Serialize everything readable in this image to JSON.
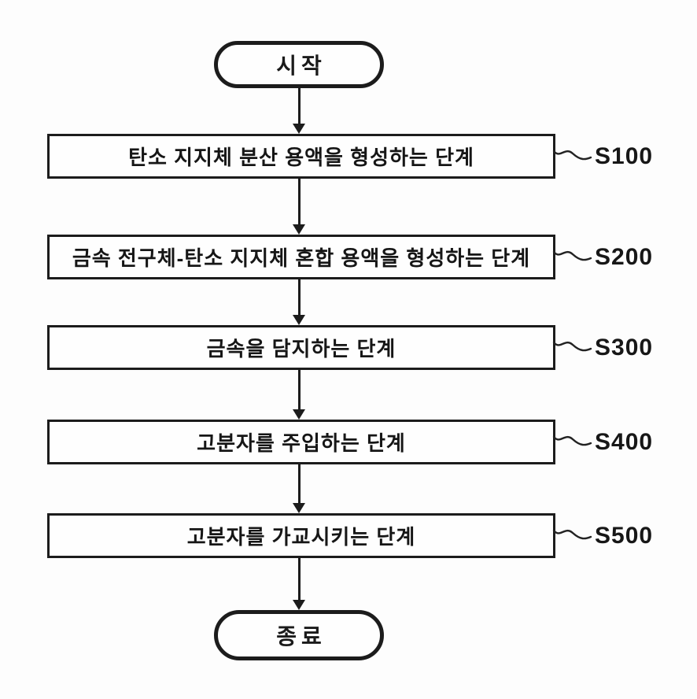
{
  "diagram": {
    "type": "flowchart",
    "start": {
      "label": "시작"
    },
    "steps": [
      {
        "text": "탄소 지지체 분산 용액을 형성하는 단계",
        "id": "S100"
      },
      {
        "text": "금속 전구체-탄소 지지체 혼합 용액을 형성하는 단계",
        "id": "S200"
      },
      {
        "text": "금속을 담지하는 단계",
        "id": "S300"
      },
      {
        "text": "고분자를 주입하는 단계",
        "id": "S400"
      },
      {
        "text": "고분자를 가교시키는 단계",
        "id": "S500"
      }
    ],
    "end": {
      "label": "종료"
    },
    "colors": {
      "line": "#1c1c1c",
      "text": "#141414",
      "background": "#fdfdfd"
    }
  }
}
